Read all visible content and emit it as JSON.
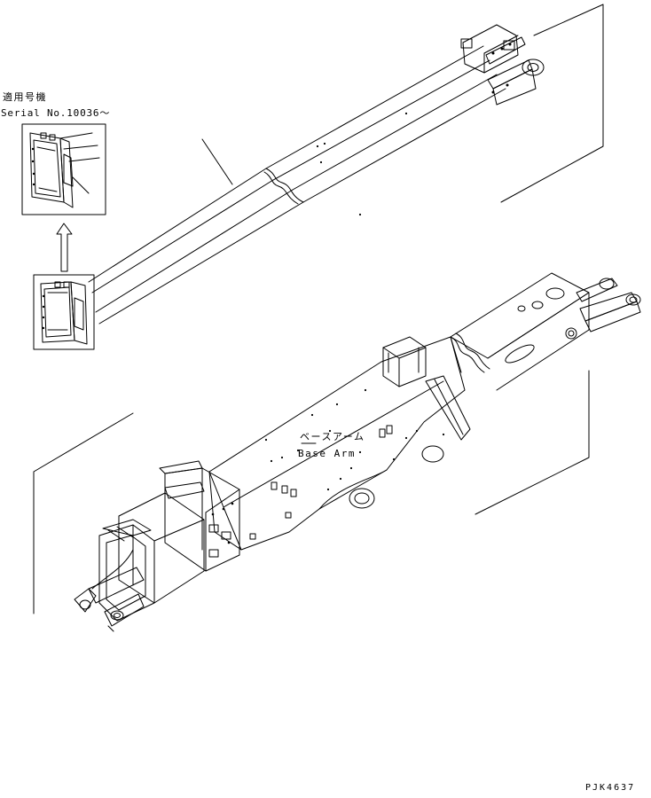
{
  "labels": {
    "applicable_title": "適用号機",
    "serial_no": "Serial No.10036～",
    "part_name_jp": "ベースアーム",
    "part_name_en": "Base Arm",
    "drawing_code": "PJK4637"
  }
}
